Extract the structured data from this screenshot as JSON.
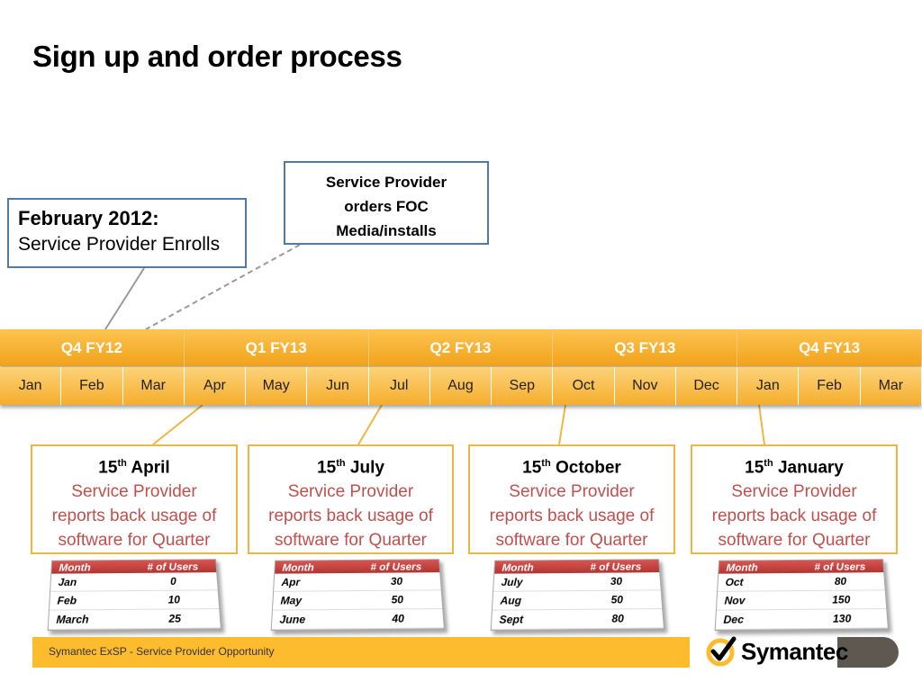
{
  "title": "Sign up and order process",
  "enroll": {
    "heading": "February 2012:",
    "body": "Service Provider Enrolls"
  },
  "order": {
    "line1": "Service Provider",
    "line2": "orders FOC",
    "line3": "Media/installs"
  },
  "quarters": [
    "Q4 FY12",
    "Q1 FY13",
    "Q2 FY13",
    "Q3 FY13",
    "Q4 FY13"
  ],
  "months": [
    "Jan",
    "Feb",
    "Mar",
    "Apr",
    "May",
    "Jun",
    "Jul",
    "Aug",
    "Sep",
    "Oct",
    "Nov",
    "Dec",
    "Jan",
    "Feb",
    "Mar"
  ],
  "reports": [
    {
      "day": "15",
      "sup": "th",
      "month": "April",
      "line1": "Service Provider",
      "line2": "reports back usage of",
      "line3": "software for Quarter"
    },
    {
      "day": "15",
      "sup": "th",
      "month": "July",
      "line1": "Service Provider",
      "line2": "reports back usage of",
      "line3": "software for Quarter"
    },
    {
      "day": "15",
      "sup": "th",
      "month": "October",
      "line1": "Service Provider",
      "line2": "reports back usage of",
      "line3": "software for Quarter"
    },
    {
      "day": "15",
      "sup": "th",
      "month": "January",
      "line1": "Service Provider",
      "line2": "reports back usage of",
      "line3": "software for Quarter"
    }
  ],
  "cards": [
    {
      "h1": "Month",
      "h2": "# of Users",
      "rows": [
        [
          "Jan",
          "0"
        ],
        [
          "Feb",
          "10"
        ],
        [
          "March",
          "25"
        ]
      ]
    },
    {
      "h1": "Month",
      "h2": "# of Users",
      "rows": [
        [
          "Apr",
          "30"
        ],
        [
          "May",
          "50"
        ],
        [
          "June",
          "40"
        ]
      ]
    },
    {
      "h1": "Month",
      "h2": "# of Users",
      "rows": [
        [
          "July",
          "30"
        ],
        [
          "Aug",
          "50"
        ],
        [
          "Sept",
          "80"
        ]
      ]
    },
    {
      "h1": "Month",
      "h2": "# of Users",
      "rows": [
        [
          "Oct",
          "80"
        ],
        [
          "Nov",
          "150"
        ],
        [
          "Dec",
          "130"
        ]
      ]
    }
  ],
  "footer": {
    "text": "Symantec ExSP - Service Provider Opportunity"
  },
  "logo": {
    "text": "Symantec",
    "color": "#fcbc2e"
  },
  "colors": {
    "accent": "#f5ae2c",
    "callout_border": "#4f7aa8",
    "report_text": "#c0504d"
  }
}
